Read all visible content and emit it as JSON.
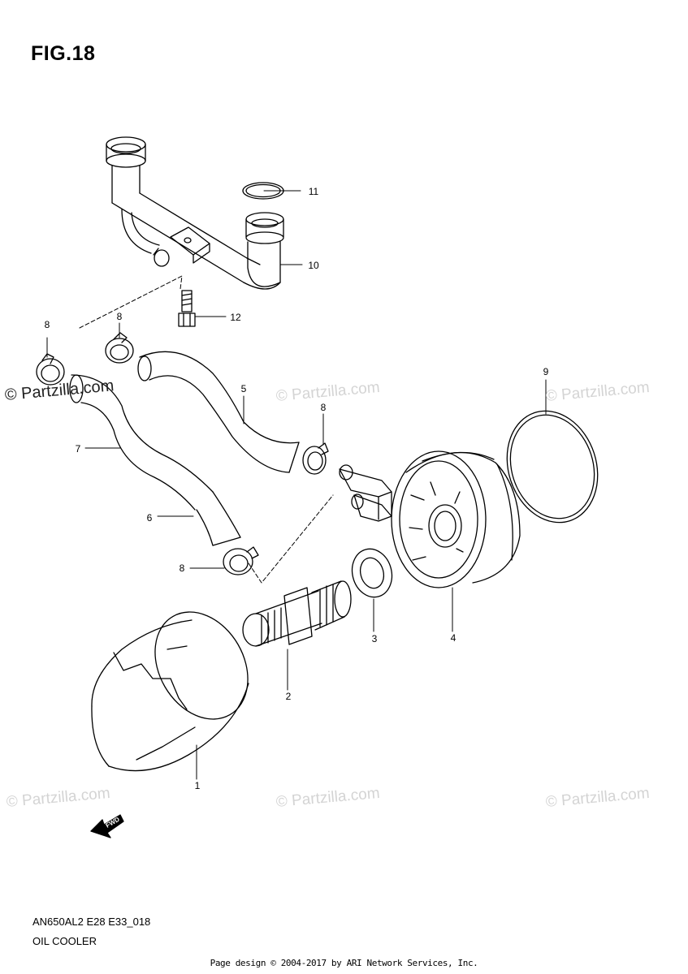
{
  "figure": {
    "title": "FIG.18",
    "model_code": "AN650AL2 E28 E33_018",
    "section_name": "OIL COOLER",
    "fwd_label": "FWD"
  },
  "callouts": {
    "c1": "1",
    "c2": "2",
    "c3": "3",
    "c4": "4",
    "c5": "5",
    "c6": "6",
    "c7": "7",
    "c8a": "8",
    "c8b": "8",
    "c8c": "8",
    "c8d": "8",
    "c9": "9",
    "c10": "10",
    "c11": "11",
    "c12": "12"
  },
  "watermarks": {
    "main": "© Partzilla.com",
    "tile": "© Partzilla.com"
  },
  "footer": {
    "copyright": "Page design © 2004-2017 by ARI Network Services, Inc."
  }
}
